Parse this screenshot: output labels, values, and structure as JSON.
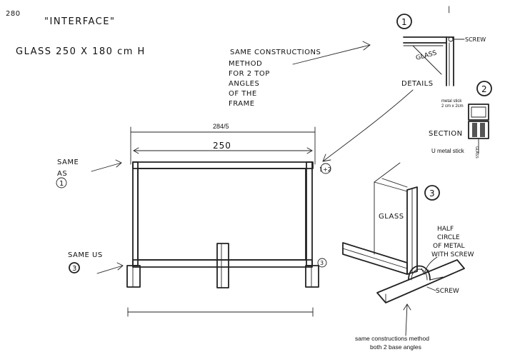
{
  "sheet": {
    "page_number": "280",
    "title": "\"INTERFACE\"",
    "glass_spec": "GLASS 250 X 180 cm H",
    "corner_mark": "|"
  },
  "notes": {
    "top_angles": [
      "SAME CONSTRUCTIONS",
      "METHOD",
      "FOR 2 TOP",
      "ANGLES",
      "OF THE",
      "FRAME"
    ],
    "details": "DETAILS",
    "same_as": [
      "SAME",
      "AS"
    ],
    "same_as_circle": "1",
    "same_us": "SAME US",
    "same_us_circle": "3",
    "detail_marker": "1+2",
    "base_marker": "3",
    "base_angles": [
      "same constructions method",
      "both 2 base angles"
    ]
  },
  "dimensions": {
    "overall_width": "284/5",
    "glass_width": "250"
  },
  "detail1": {
    "number": "1",
    "screw": "SCREW",
    "glass": "GLASS"
  },
  "detail2": {
    "number": "2",
    "metal_stick": [
      "metal stick",
      "2 cm x 2cm"
    ],
    "section": "SECTION",
    "u_stick": "U metal stick",
    "glass_vertical": "GLASS"
  },
  "detail3": {
    "number": "3",
    "glass": "GLASS",
    "half_circle": [
      "HALF",
      "CIRCLE",
      "OF METAL",
      "WITH SCREW"
    ],
    "screw": "SCREW"
  }
}
